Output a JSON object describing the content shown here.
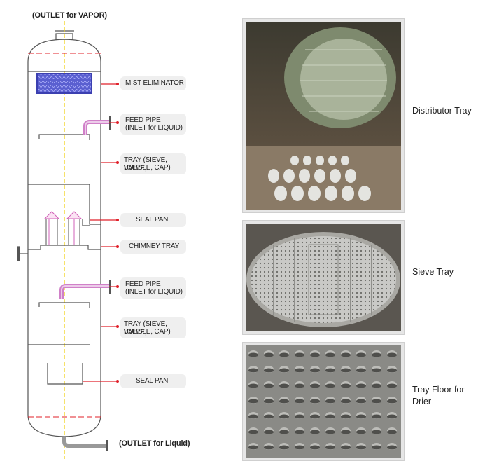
{
  "diagram": {
    "top_outlet_label": "(OUTLET for VAPOR)",
    "bottom_outlet_label": "(OUTLET for Liquid)",
    "callouts": [
      {
        "id": "mist",
        "lines": [
          "MIST ELIMINATOR"
        ]
      },
      {
        "id": "feed1",
        "lines": [
          "FEED PIPE",
          "(INLET for LIQUID)"
        ]
      },
      {
        "id": "tray1",
        "lines": [
          "TRAY (SIEVE, VALVE,",
          "BUBBLE, CAP)"
        ]
      },
      {
        "id": "seal1",
        "lines": [
          "SEAL PAN"
        ]
      },
      {
        "id": "chimney",
        "lines": [
          "CHIMNEY TRAY"
        ]
      },
      {
        "id": "feed2",
        "lines": [
          "FEED PIPE",
          "(INLET for LIQUID)"
        ]
      },
      {
        "id": "tray2",
        "lines": [
          "TRAY (SIEVE, VALVE,",
          "BUBBLE, CAP)"
        ]
      },
      {
        "id": "seal2",
        "lines": [
          "SEAL PAN"
        ]
      }
    ],
    "colors": {
      "callout_arrow": "#e0202a",
      "centerline": "#f2d21b",
      "mist_pad": "#3b3fb0",
      "pipe_highlight": "#e070c8"
    }
  },
  "photos": [
    {
      "id": "distributor",
      "caption": "Distributor Tray"
    },
    {
      "id": "sieve",
      "caption": "Sieve Tray"
    },
    {
      "id": "floor",
      "caption": "Tray Floor for Drier"
    }
  ]
}
